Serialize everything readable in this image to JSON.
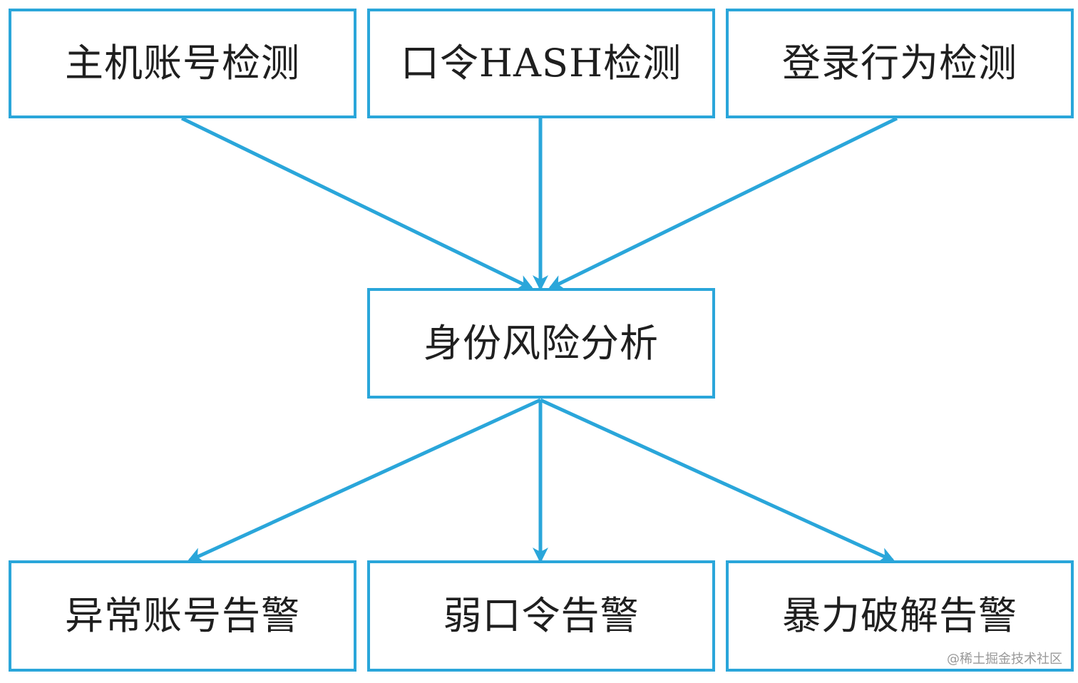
{
  "diagram": {
    "colors": {
      "border": "#2aa6da",
      "arrow": "#2aa6da",
      "text": "#1f1f1f",
      "watermark": "#8d8d8d"
    },
    "top_boxes": [
      {
        "label": "主机账号检测"
      },
      {
        "label": "口令HASH检测"
      },
      {
        "label": "登录行为检测"
      }
    ],
    "center_box": {
      "label": "身份风险分析"
    },
    "bottom_boxes": [
      {
        "label": "异常账号告警"
      },
      {
        "label": "弱口令告警"
      },
      {
        "label": "暴力破解告警"
      }
    ],
    "watermark": "@稀土掘金技术社区"
  }
}
